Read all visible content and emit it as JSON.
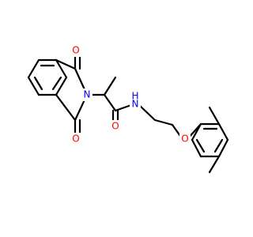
{
  "colors": {
    "background": "#ffffff",
    "bond": "#000000",
    "oxygen": "#ff0000",
    "nitrogen": "#0000ff"
  },
  "atoms": [
    {
      "id": "o_top",
      "symbol": "O",
      "element": "oxygen"
    },
    {
      "id": "n_imide",
      "symbol": "N",
      "element": "nitrogen"
    },
    {
      "id": "o_bottom",
      "symbol": "O",
      "element": "oxygen"
    },
    {
      "id": "o_amide",
      "symbol": "O",
      "element": "oxygen"
    },
    {
      "id": "n_amide",
      "symbol": "N",
      "element": "nitrogen"
    },
    {
      "id": "h_amide",
      "symbol": "H",
      "element": "nitrogen"
    },
    {
      "id": "o_ether",
      "symbol": "O",
      "element": "oxygen"
    }
  ]
}
